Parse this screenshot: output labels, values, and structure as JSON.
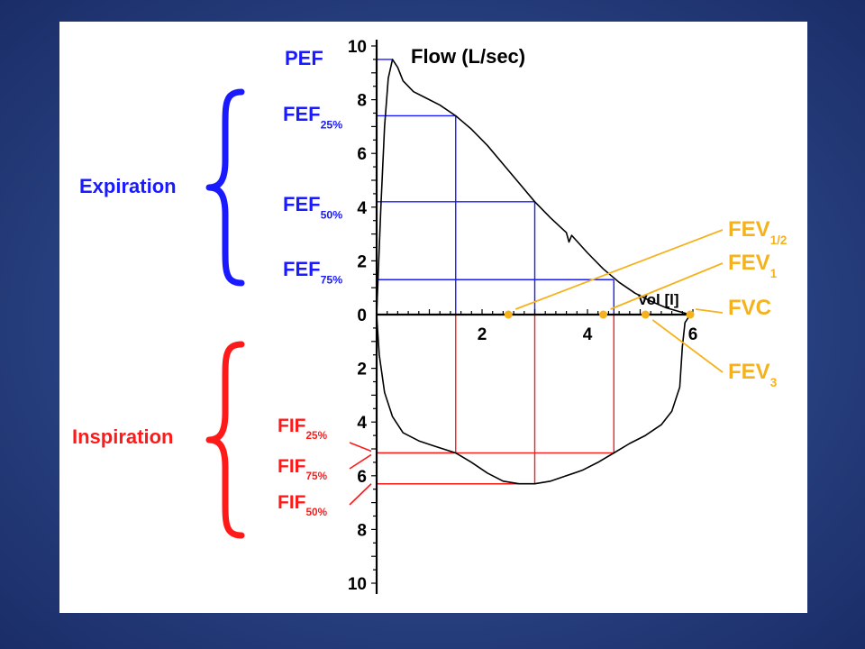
{
  "colors": {
    "expiration": "#1a1aff",
    "inspiration": "#ff1a1a",
    "volume": "#f5b21c",
    "curve": "#000000",
    "panel": "#ffffff"
  },
  "chart_data": {
    "type": "line",
    "title": "",
    "flow_axis_label": "Flow (L/sec)",
    "volume_axis_label": "Vol [l]",
    "flow_ticks_up": [
      "0",
      "2",
      "4",
      "6",
      "8",
      "10"
    ],
    "flow_ticks_down": [
      "2",
      "4",
      "6",
      "8",
      "10"
    ],
    "volume_ticks": [
      "2",
      "4",
      "6"
    ],
    "xlim": [
      0,
      6
    ],
    "ylim_expiration": [
      0,
      10
    ],
    "ylim_inspiration": [
      0,
      10
    ],
    "grid": false,
    "expiration_curve": [
      [
        0,
        0
      ],
      [
        0.08,
        4
      ],
      [
        0.15,
        7
      ],
      [
        0.22,
        8.8
      ],
      [
        0.3,
        9.5
      ],
      [
        0.4,
        9.2
      ],
      [
        0.5,
        8.7
      ],
      [
        0.7,
        8.3
      ],
      [
        0.9,
        8.1
      ],
      [
        1.2,
        7.8
      ],
      [
        1.5,
        7.4
      ],
      [
        1.8,
        6.9
      ],
      [
        2.1,
        6.3
      ],
      [
        2.4,
        5.6
      ],
      [
        2.7,
        4.9
      ],
      [
        3.0,
        4.2
      ],
      [
        3.3,
        3.6
      ],
      [
        3.6,
        3.05
      ],
      [
        3.65,
        2.7
      ],
      [
        3.7,
        2.95
      ],
      [
        4.0,
        2.3
      ],
      [
        4.3,
        1.7
      ],
      [
        4.6,
        1.2
      ],
      [
        4.9,
        0.8
      ],
      [
        5.2,
        0.5
      ],
      [
        5.5,
        0.25
      ],
      [
        5.8,
        0.08
      ],
      [
        5.95,
        0
      ]
    ],
    "inspiration_curve": [
      [
        0,
        0
      ],
      [
        0.05,
        1.5
      ],
      [
        0.15,
        2.9
      ],
      [
        0.3,
        3.8
      ],
      [
        0.5,
        4.4
      ],
      [
        0.8,
        4.7
      ],
      [
        1.1,
        4.9
      ],
      [
        1.5,
        5.15
      ],
      [
        1.8,
        5.5
      ],
      [
        2.1,
        5.9
      ],
      [
        2.4,
        6.2
      ],
      [
        2.7,
        6.3
      ],
      [
        3.0,
        6.3
      ],
      [
        3.3,
        6.2
      ],
      [
        3.6,
        6.0
      ],
      [
        3.9,
        5.8
      ],
      [
        4.2,
        5.5
      ],
      [
        4.5,
        5.15
      ],
      [
        4.8,
        4.8
      ],
      [
        5.1,
        4.5
      ],
      [
        5.4,
        4.1
      ],
      [
        5.6,
        3.6
      ],
      [
        5.75,
        2.7
      ],
      [
        5.8,
        1.2
      ],
      [
        5.85,
        0.3
      ],
      [
        5.95,
        0
      ]
    ],
    "pef": {
      "label": "PEF",
      "volume": 0.3,
      "flow": 9.5
    },
    "fef": [
      {
        "label": "FEF",
        "sub": "25%",
        "volume": 1.5,
        "flow": 7.4
      },
      {
        "label": "FEF",
        "sub": "50%",
        "volume": 3.0,
        "flow": 4.2
      },
      {
        "label": "FEF",
        "sub": "75%",
        "volume": 4.5,
        "flow": 1.3
      }
    ],
    "fif": [
      {
        "label": "FIF",
        "sub": "25%",
        "volume": 1.5,
        "flow": 5.15
      },
      {
        "label": "FIF",
        "sub": "75%",
        "volume": 4.5,
        "flow": 5.15
      },
      {
        "label": "FIF",
        "sub": "50%",
        "volume": 3.0,
        "flow": 6.3
      }
    ],
    "volume_markers": [
      {
        "label": "FEV",
        "sub": "1/2",
        "volume": 2.5
      },
      {
        "label": "FEV",
        "sub": "1",
        "volume": 4.3
      },
      {
        "label": "FEV",
        "sub": "3",
        "volume": 5.1
      },
      {
        "label": "FVC",
        "sub": "",
        "volume": 5.95
      }
    ],
    "groups": {
      "expiration": "Expiration",
      "inspiration": "Inspiration"
    }
  }
}
